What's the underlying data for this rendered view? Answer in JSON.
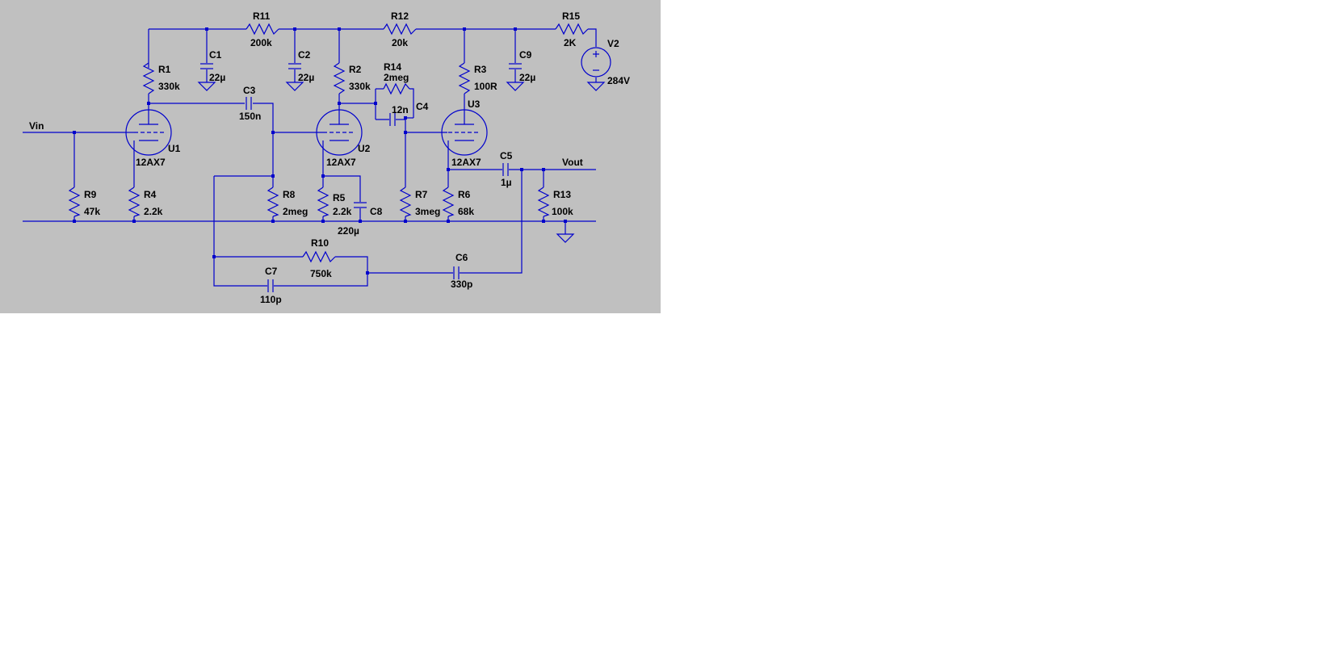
{
  "colors": {
    "canvas": "#c0c0c0",
    "wire": "#0000cc",
    "text": "#000000",
    "page": "#ffffff"
  },
  "labels": {
    "r11_name": "R11",
    "r11_val": "200k",
    "r12_name": "R12",
    "r12_val": "20k",
    "r15_name": "R15",
    "r15_val": "2K",
    "v2_name": "V2",
    "v2_val": "284V",
    "r1_name": "R1",
    "r1_val": "330k",
    "c1_name": "C1",
    "c1_val": "22µ",
    "c2_name": "C2",
    "c2_val": "22µ",
    "r2_name": "R2",
    "r2_val": "330k",
    "r14_name": "R14",
    "r14_val": "2meg",
    "c4_name": "C4",
    "c4_val": "12n",
    "r3_name": "R3",
    "r3_val": "100R",
    "c9_name": "C9",
    "c9_val": "22µ",
    "u3_name": "U3",
    "u3_val": "12AX7",
    "c3_name": "C3",
    "c3_val": "150n",
    "vin": "Vin",
    "u1_name": "U1",
    "u1_val": "12AX7",
    "u2_name": "U2",
    "u2_val": "12AX7",
    "c5_name": "C5",
    "c5_val": "1µ",
    "vout": "Vout",
    "r9_name": "R9",
    "r9_val": "47k",
    "r4_name": "R4",
    "r4_val": "2.2k",
    "r8_name": "R8",
    "r8_val": "2meg",
    "r5_name": "R5",
    "r5_val": "2.2k",
    "c8_name": "C8",
    "c8_val": "220µ",
    "r7_name": "R7",
    "r7_val": "3meg",
    "r6_name": "R6",
    "r6_val": "68k",
    "r13_name": "R13",
    "r13_val": "100k",
    "r10_name": "R10",
    "r10_val": "750k",
    "c6_name": "C6",
    "c6_val": "330p",
    "c7_name": "C7",
    "c7_val": "110p"
  }
}
